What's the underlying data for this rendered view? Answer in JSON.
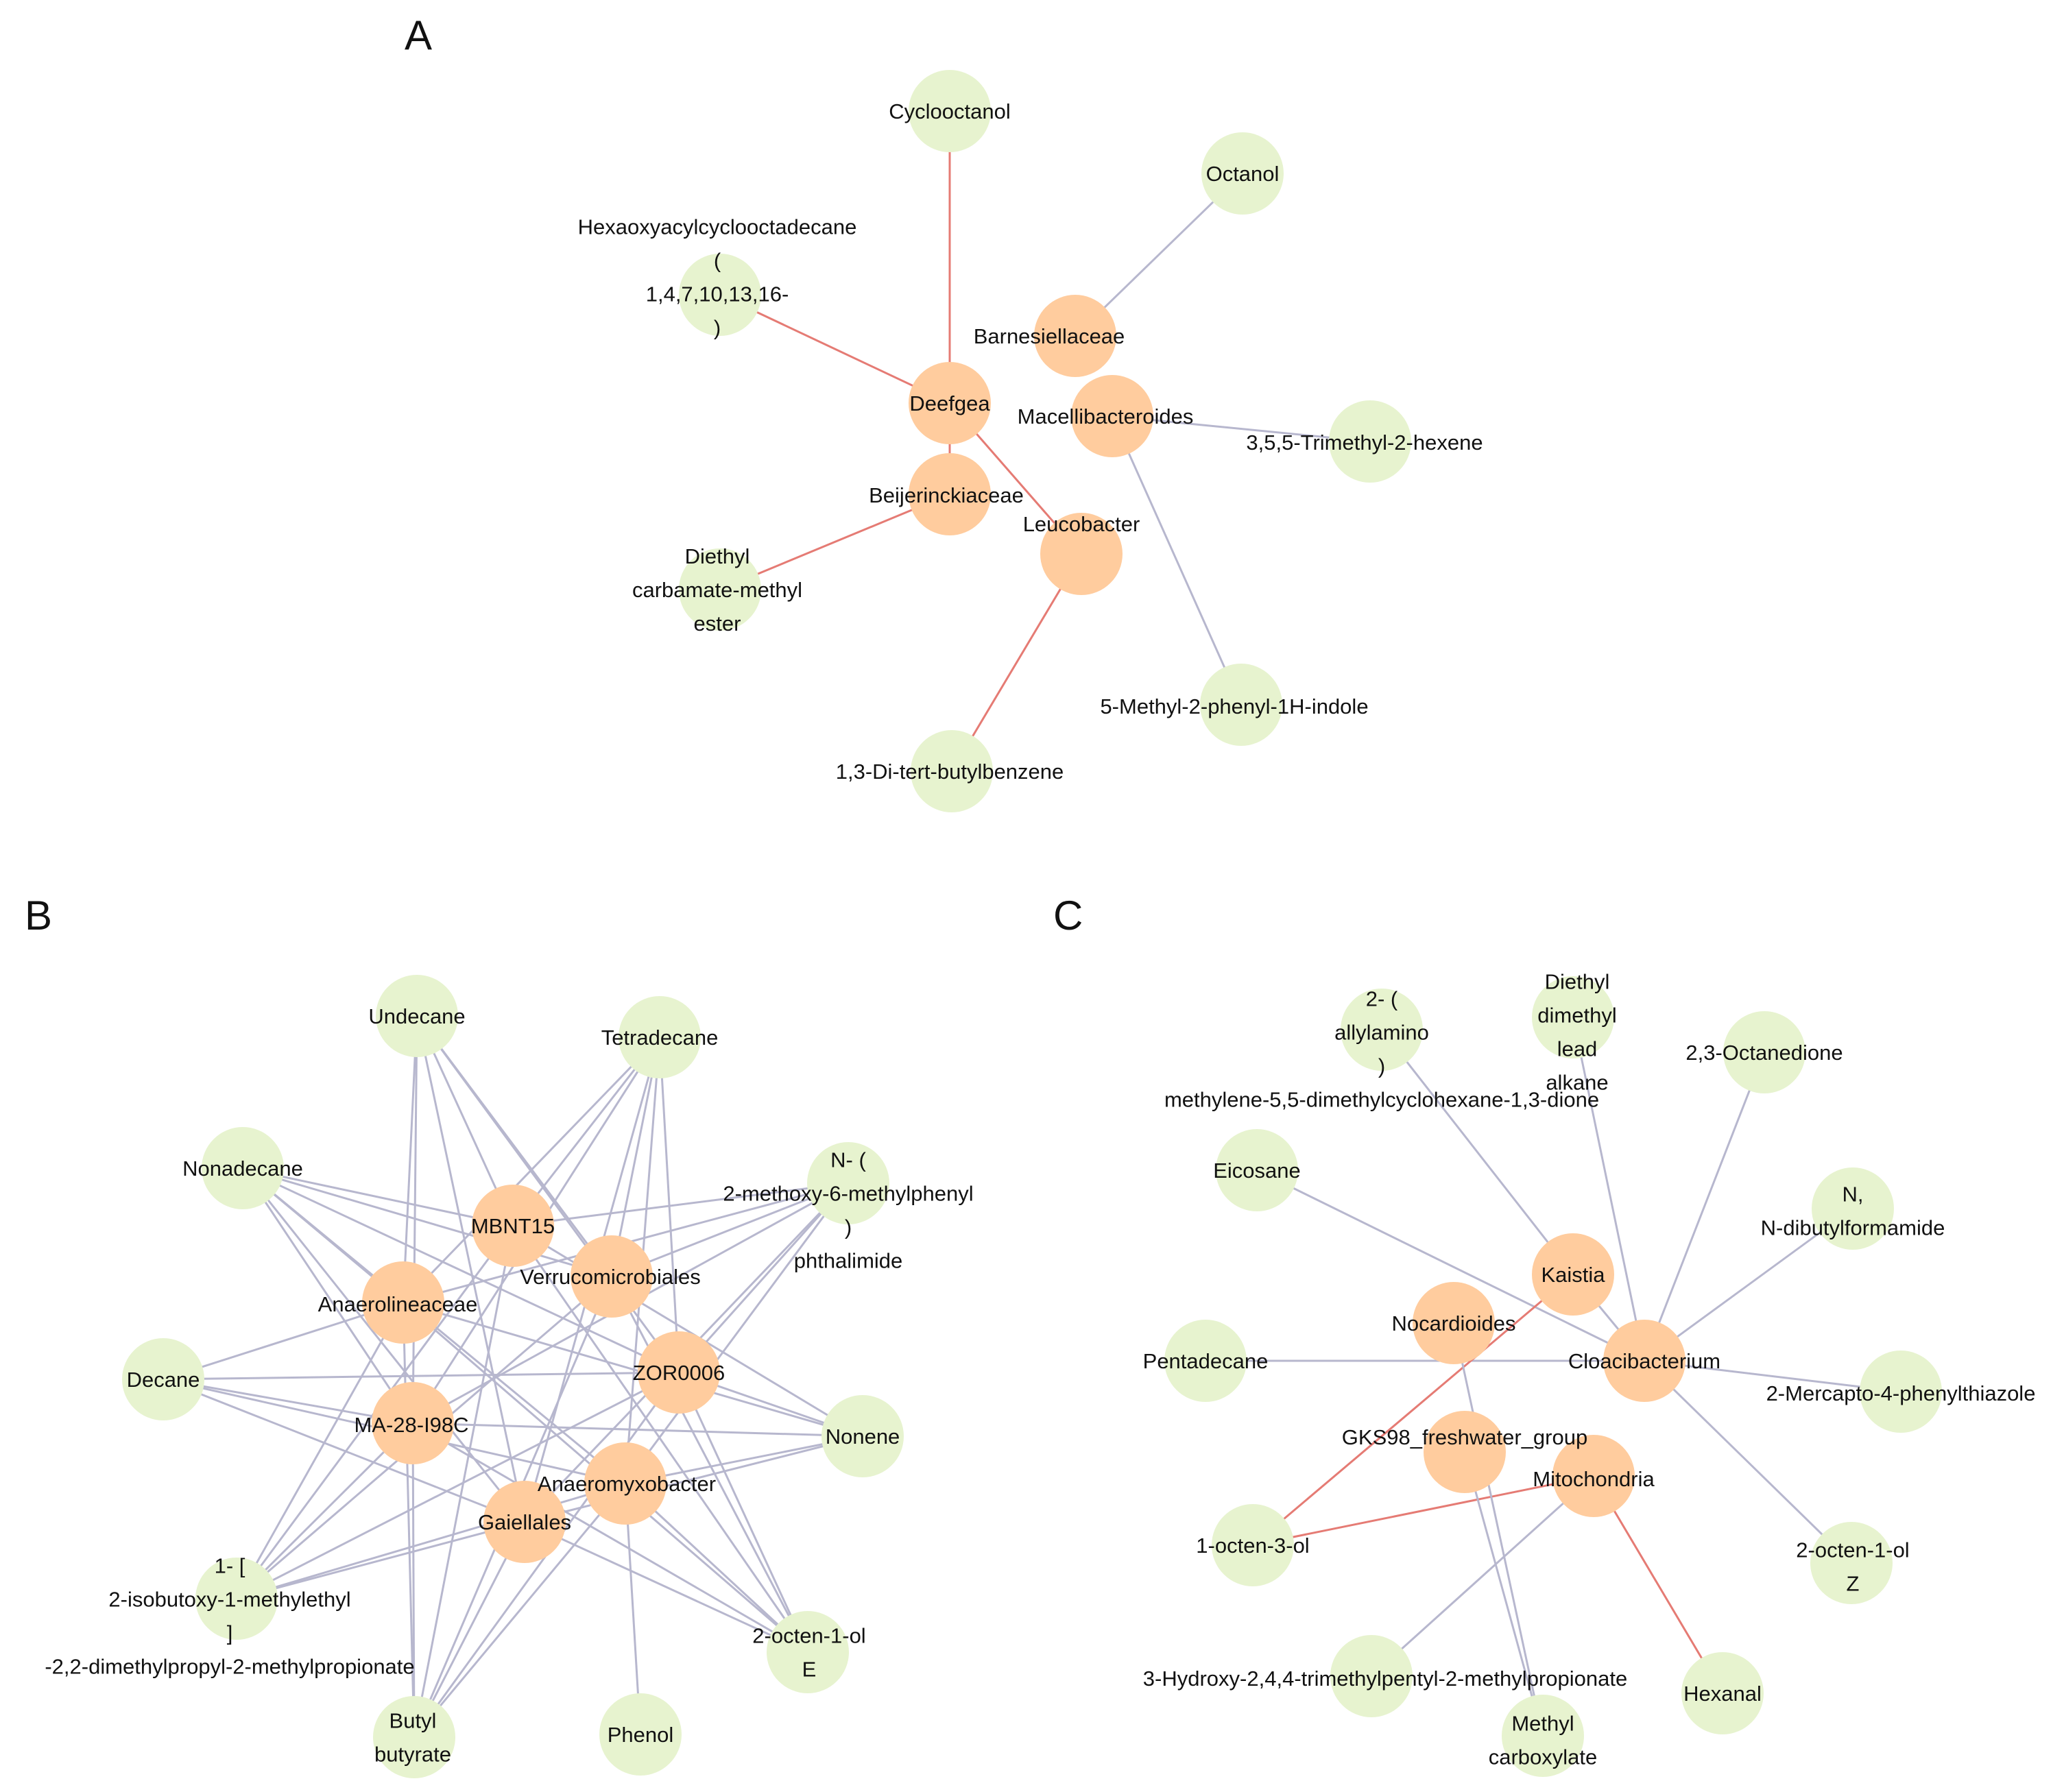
{
  "colors": {
    "bacteria_node": "#FFCC9E",
    "compound_node": "#E7F3CF",
    "positive_edge": "#E57B74",
    "negative_edge": "#B7B7CE"
  },
  "panels": [
    {
      "letter": "A",
      "nodes": [
        {
          "id": "cyclooctanol",
          "kind": "compound",
          "label": [
            "Cyclooctanol"
          ]
        },
        {
          "id": "octanol",
          "kind": "compound",
          "label": [
            "Octanol"
          ]
        },
        {
          "id": "hexaoxy",
          "kind": "compound",
          "label": [
            "Hexaoxyacylcyclooctadecane",
            "(",
            "1,4,7,10,13,16-",
            ")"
          ]
        },
        {
          "id": "barnesiellaceae",
          "kind": "bacteria",
          "label": [
            "Barnesiellaceae"
          ]
        },
        {
          "id": "deefgea",
          "kind": "bacteria",
          "label": [
            "Deefgea"
          ]
        },
        {
          "id": "macellibacteroides",
          "kind": "bacteria",
          "label": [
            "Macellibacteroides"
          ]
        },
        {
          "id": "trimethylhexene",
          "kind": "compound",
          "label": [
            "3,5,5-Trimethyl-2-hexene"
          ]
        },
        {
          "id": "beijerinckiaceae",
          "kind": "bacteria",
          "label": [
            "Beijerinckiaceae"
          ]
        },
        {
          "id": "leucobacter",
          "kind": "bacteria",
          "label": [
            "Leucobacter"
          ]
        },
        {
          "id": "diethylcarbamate",
          "kind": "compound",
          "label": [
            "Diethyl",
            "carbamate-methyl",
            "ester"
          ]
        },
        {
          "id": "methylphenylindole",
          "kind": "compound",
          "label": [
            "5-Methyl-2-phenyl-1H-indole"
          ]
        },
        {
          "id": "ditertbutylbenzene",
          "kind": "compound",
          "label": [
            "1,3-Di-tert-butylbenzene"
          ]
        }
      ],
      "edges": [
        {
          "from": "cyclooctanol",
          "to": "deefgea",
          "sign": "negative"
        },
        {
          "from": "cyclooctanol",
          "to": "beijerinckiaceae",
          "sign": "positive"
        },
        {
          "from": "octanol",
          "to": "barnesiellaceae",
          "sign": "negative"
        },
        {
          "from": "hexaoxy",
          "to": "deefgea",
          "sign": "positive"
        },
        {
          "from": "deefgea",
          "to": "leucobacter",
          "sign": "positive"
        },
        {
          "from": "macellibacteroides",
          "to": "trimethylhexene",
          "sign": "negative"
        },
        {
          "from": "macellibacteroides",
          "to": "methylphenylindole",
          "sign": "negative"
        },
        {
          "from": "beijerinckiaceae",
          "to": "diethylcarbamate",
          "sign": "positive"
        },
        {
          "from": "leucobacter",
          "to": "ditertbutylbenzene",
          "sign": "positive"
        }
      ]
    },
    {
      "letter": "B",
      "nodes": [
        {
          "id": "undecane",
          "kind": "compound",
          "label": [
            "Undecane"
          ]
        },
        {
          "id": "tetradecane",
          "kind": "compound",
          "label": [
            "Tetradecane"
          ]
        },
        {
          "id": "nonadecane",
          "kind": "compound",
          "label": [
            "Nonadecane"
          ]
        },
        {
          "id": "nmethoxy",
          "kind": "compound",
          "label": [
            "N- (",
            "2-methoxy-6-methylphenyl",
            ")",
            "phthalimide"
          ]
        },
        {
          "id": "mbnt15",
          "kind": "bacteria",
          "label": [
            "MBNT15"
          ]
        },
        {
          "id": "verrucomicrobiales",
          "kind": "bacteria",
          "label": [
            "Verrucomicrobiales"
          ]
        },
        {
          "id": "anaerolineaceae",
          "kind": "bacteria",
          "label": [
            "Anaerolineaceae"
          ]
        },
        {
          "id": "decane",
          "kind": "compound",
          "label": [
            "Decane"
          ]
        },
        {
          "id": "zor0006",
          "kind": "bacteria",
          "label": [
            "ZOR0006"
          ]
        },
        {
          "id": "ma28",
          "kind": "bacteria",
          "label": [
            "MA-28-I98C"
          ]
        },
        {
          "id": "nonene",
          "kind": "compound",
          "label": [
            "Nonene"
          ]
        },
        {
          "id": "anaeromyxobacter",
          "kind": "bacteria",
          "label": [
            "Anaeromyxobacter"
          ]
        },
        {
          "id": "gaiellales",
          "kind": "bacteria",
          "label": [
            "Gaiellales"
          ]
        },
        {
          "id": "isobutoxy",
          "kind": "compound",
          "label": [
            "1- [",
            "2-isobutoxy-1-methylethyl",
            "]",
            "-2,2-dimethylpropyl-2-methylpropionate"
          ]
        },
        {
          "id": "octenolE",
          "kind": "compound",
          "label": [
            "2-octen-1-ol",
            "E"
          ]
        },
        {
          "id": "butylbutyrate",
          "kind": "compound",
          "label": [
            "Butyl",
            "butyrate"
          ]
        },
        {
          "id": "phenol",
          "kind": "compound",
          "label": [
            "Phenol"
          ]
        }
      ],
      "edges": [
        {
          "from": "undecane",
          "to": "mbnt15",
          "sign": "negative"
        },
        {
          "from": "undecane",
          "to": "anaerolineaceae",
          "sign": "negative"
        },
        {
          "from": "undecane",
          "to": "verrucomicrobiales",
          "sign": "negative"
        },
        {
          "from": "undecane",
          "to": "ma28",
          "sign": "negative"
        },
        {
          "from": "undecane",
          "to": "zor0006",
          "sign": "negative"
        },
        {
          "from": "undecane",
          "to": "gaiellales",
          "sign": "negative"
        },
        {
          "from": "tetradecane",
          "to": "mbnt15",
          "sign": "negative"
        },
        {
          "from": "tetradecane",
          "to": "anaerolineaceae",
          "sign": "negative"
        },
        {
          "from": "tetradecane",
          "to": "verrucomicrobiales",
          "sign": "negative"
        },
        {
          "from": "tetradecane",
          "to": "zor0006",
          "sign": "negative"
        },
        {
          "from": "tetradecane",
          "to": "anaeromyxobacter",
          "sign": "negative"
        },
        {
          "from": "tetradecane",
          "to": "gaiellales",
          "sign": "negative"
        },
        {
          "from": "tetradecane",
          "to": "ma28",
          "sign": "negative"
        },
        {
          "from": "nonadecane",
          "to": "mbnt15",
          "sign": "negative"
        },
        {
          "from": "nonadecane",
          "to": "anaerolineaceae",
          "sign": "negative"
        },
        {
          "from": "nonadecane",
          "to": "ma28",
          "sign": "negative"
        },
        {
          "from": "nonadecane",
          "to": "verrucomicrobiales",
          "sign": "negative"
        },
        {
          "from": "nonadecane",
          "to": "zor0006",
          "sign": "negative"
        },
        {
          "from": "nonadecane",
          "to": "anaeromyxobacter",
          "sign": "negative"
        },
        {
          "from": "nonadecane",
          "to": "gaiellales",
          "sign": "negative"
        },
        {
          "from": "nmethoxy",
          "to": "mbnt15",
          "sign": "negative"
        },
        {
          "from": "nmethoxy",
          "to": "anaerolineaceae",
          "sign": "negative"
        },
        {
          "from": "nmethoxy",
          "to": "verrucomicrobiales",
          "sign": "negative"
        },
        {
          "from": "nmethoxy",
          "to": "zor0006",
          "sign": "negative"
        },
        {
          "from": "nmethoxy",
          "to": "ma28",
          "sign": "negative"
        },
        {
          "from": "nmethoxy",
          "to": "anaeromyxobacter",
          "sign": "negative"
        },
        {
          "from": "nmethoxy",
          "to": "gaiellales",
          "sign": "negative"
        },
        {
          "from": "decane",
          "to": "anaerolineaceae",
          "sign": "negative"
        },
        {
          "from": "decane",
          "to": "ma28",
          "sign": "negative"
        },
        {
          "from": "decane",
          "to": "zor0006",
          "sign": "negative"
        },
        {
          "from": "decane",
          "to": "anaeromyxobacter",
          "sign": "negative"
        },
        {
          "from": "decane",
          "to": "gaiellales",
          "sign": "negative"
        },
        {
          "from": "nonene",
          "to": "mbnt15",
          "sign": "negative"
        },
        {
          "from": "nonene",
          "to": "anaerolineaceae",
          "sign": "negative"
        },
        {
          "from": "nonene",
          "to": "ma28",
          "sign": "negative"
        },
        {
          "from": "nonene",
          "to": "zor0006",
          "sign": "negative"
        },
        {
          "from": "nonene",
          "to": "anaeromyxobacter",
          "sign": "negative"
        },
        {
          "from": "nonene",
          "to": "gaiellales",
          "sign": "negative"
        },
        {
          "from": "isobutoxy",
          "to": "mbnt15",
          "sign": "negative"
        },
        {
          "from": "isobutoxy",
          "to": "anaerolineaceae",
          "sign": "negative"
        },
        {
          "from": "isobutoxy",
          "to": "ma28",
          "sign": "negative"
        },
        {
          "from": "isobutoxy",
          "to": "zor0006",
          "sign": "negative"
        },
        {
          "from": "isobutoxy",
          "to": "anaeromyxobacter",
          "sign": "negative"
        },
        {
          "from": "isobutoxy",
          "to": "gaiellales",
          "sign": "negative"
        },
        {
          "from": "isobutoxy",
          "to": "verrucomicrobiales",
          "sign": "negative"
        },
        {
          "from": "octenolE",
          "to": "mbnt15",
          "sign": "negative"
        },
        {
          "from": "octenolE",
          "to": "anaerolineaceae",
          "sign": "negative"
        },
        {
          "from": "octenolE",
          "to": "ma28",
          "sign": "negative"
        },
        {
          "from": "octenolE",
          "to": "verrucomicrobiales",
          "sign": "negative"
        },
        {
          "from": "octenolE",
          "to": "zor0006",
          "sign": "negative"
        },
        {
          "from": "octenolE",
          "to": "anaeromyxobacter",
          "sign": "negative"
        },
        {
          "from": "octenolE",
          "to": "gaiellales",
          "sign": "negative"
        },
        {
          "from": "butylbutyrate",
          "to": "mbnt15",
          "sign": "negative"
        },
        {
          "from": "butylbutyrate",
          "to": "anaerolineaceae",
          "sign": "negative"
        },
        {
          "from": "butylbutyrate",
          "to": "ma28",
          "sign": "negative"
        },
        {
          "from": "butylbutyrate",
          "to": "zor0006",
          "sign": "negative"
        },
        {
          "from": "butylbutyrate",
          "to": "anaeromyxobacter",
          "sign": "negative"
        },
        {
          "from": "butylbutyrate",
          "to": "gaiellales",
          "sign": "negative"
        },
        {
          "from": "butylbutyrate",
          "to": "verrucomicrobiales",
          "sign": "negative"
        },
        {
          "from": "phenol",
          "to": "anaeromyxobacter",
          "sign": "negative"
        }
      ]
    },
    {
      "letter": "C",
      "nodes": [
        {
          "id": "allylamino",
          "kind": "compound",
          "label": [
            "2- (",
            "allylamino",
            ")",
            "methylene-5,5-dimethylcyclohexane-1,3-dione"
          ]
        },
        {
          "id": "diethyllead",
          "kind": "compound",
          "label": [
            "Diethyl",
            "dimethyl",
            "lead",
            "alkane"
          ]
        },
        {
          "id": "octanedione",
          "kind": "compound",
          "label": [
            "2,3-Octanedione"
          ]
        },
        {
          "id": "eicosane",
          "kind": "compound",
          "label": [
            "Eicosane"
          ]
        },
        {
          "id": "dibutylformamide",
          "kind": "compound",
          "label": [
            "N,",
            "N-dibutylformamide"
          ]
        },
        {
          "id": "kaistia",
          "kind": "bacteria",
          "label": [
            "Kaistia"
          ]
        },
        {
          "id": "nocardioides",
          "kind": "bacteria",
          "label": [
            "Nocardioides"
          ]
        },
        {
          "id": "pentadecane",
          "kind": "compound",
          "label": [
            "Pentadecane"
          ]
        },
        {
          "id": "cloacibacterium",
          "kind": "bacteria",
          "label": [
            "Cloacibacterium"
          ]
        },
        {
          "id": "mercapto",
          "kind": "compound",
          "label": [
            "2-Mercapto-4-phenylthiazole"
          ]
        },
        {
          "id": "gks98",
          "kind": "bacteria",
          "label": [
            "GKS98_freshwater_group"
          ]
        },
        {
          "id": "mitochondria",
          "kind": "bacteria",
          "label": [
            "Mitochondria"
          ]
        },
        {
          "id": "octenol3",
          "kind": "compound",
          "label": [
            "1-octen-3-ol"
          ]
        },
        {
          "id": "octenolZ",
          "kind": "compound",
          "label": [
            "2-octen-1-ol",
            "Z"
          ]
        },
        {
          "id": "hydroxytrimethyl",
          "kind": "compound",
          "label": [
            "3-Hydroxy-2,4,4-trimethylpentyl-2-methylpropionate"
          ]
        },
        {
          "id": "hexanal",
          "kind": "compound",
          "label": [
            "Hexanal"
          ]
        },
        {
          "id": "methylcarboxylate",
          "kind": "compound",
          "label": [
            "Methyl",
            "carboxylate"
          ]
        }
      ],
      "edges": [
        {
          "from": "allylamino",
          "to": "kaistia",
          "sign": "negative"
        },
        {
          "from": "diethyllead",
          "to": "cloacibacterium",
          "sign": "negative"
        },
        {
          "from": "octanedione",
          "to": "cloacibacterium",
          "sign": "negative"
        },
        {
          "from": "eicosane",
          "to": "cloacibacterium",
          "sign": "negative"
        },
        {
          "from": "dibutylformamide",
          "to": "cloacibacterium",
          "sign": "negative"
        },
        {
          "from": "pentadecane",
          "to": "cloacibacterium",
          "sign": "negative"
        },
        {
          "from": "mercapto",
          "to": "cloacibacterium",
          "sign": "negative"
        },
        {
          "from": "octenolZ",
          "to": "cloacibacterium",
          "sign": "negative"
        },
        {
          "from": "kaistia",
          "to": "cloacibacterium",
          "sign": "negative"
        },
        {
          "from": "octenol3",
          "to": "kaistia",
          "sign": "positive"
        },
        {
          "from": "octenol3",
          "to": "mitochondria",
          "sign": "positive"
        },
        {
          "from": "mitochondria",
          "to": "hexanal",
          "sign": "positive"
        },
        {
          "from": "mitochondria",
          "to": "hydroxytrimethyl",
          "sign": "negative"
        },
        {
          "from": "nocardioides",
          "to": "methylcarboxylate",
          "sign": "negative"
        },
        {
          "from": "gks98",
          "to": "methylcarboxylate",
          "sign": "negative"
        }
      ]
    }
  ]
}
